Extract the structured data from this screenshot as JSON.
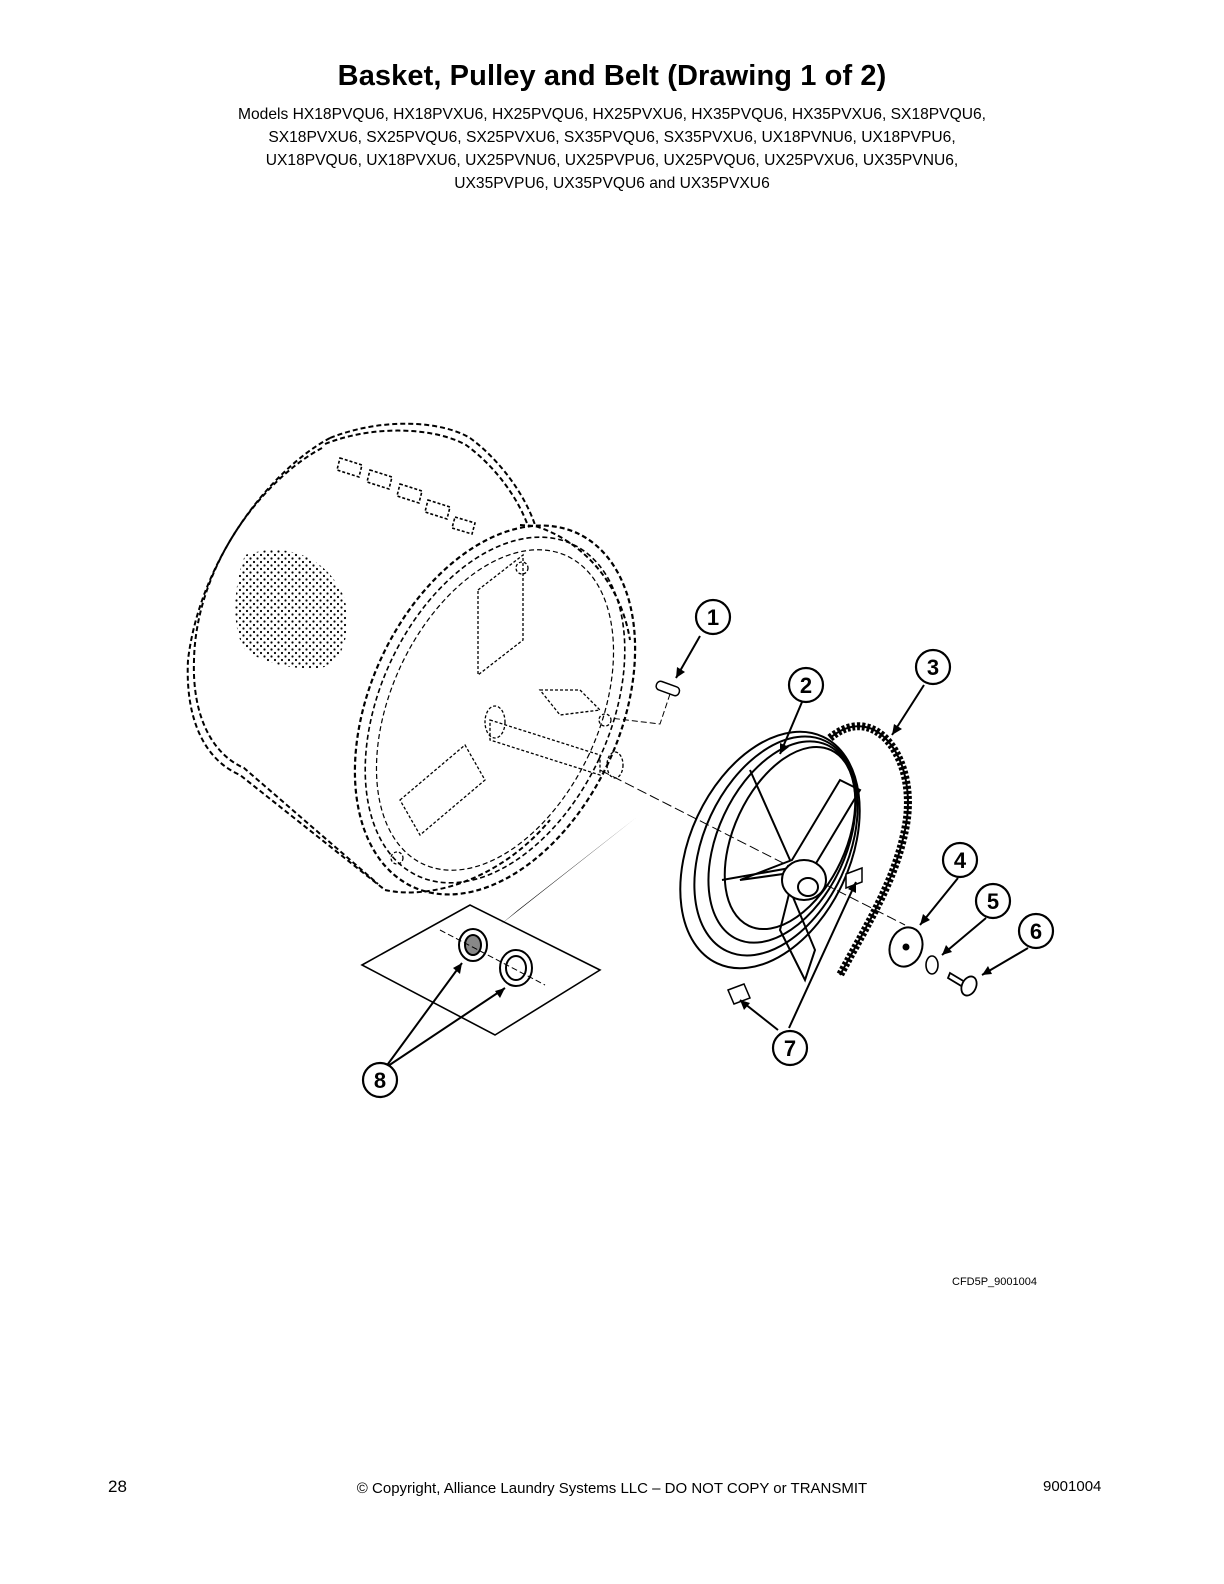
{
  "title": "Basket, Pulley and Belt (Drawing 1 of 2)",
  "models_lines": [
    "Models HX18PVQU6, HX18PVXU6, HX25PVQU6, HX25PVXU6, HX35PVQU6, HX35PVXU6, SX18PVQU6,",
    "SX18PVXU6, SX25PVQU6, SX25PVXU6, SX35PVQU6, SX35PVXU6, UX18PVNU6, UX18PVPU6,",
    "UX18PVQU6, UX18PVXU6, UX25PVNU6, UX25PVPU6, UX25PVQU6, UX25PVXU6, UX35PVNU6,",
    "UX35PVPU6, UX35PVQU6 and UX35PVXU6"
  ],
  "callouts": [
    "1",
    "2",
    "3",
    "4",
    "5",
    "6",
    "7",
    "8"
  ],
  "figure_code": "CFD5P_9001004",
  "footer": {
    "page_number": "28",
    "copyright": "© Copyright, Alliance Laundry Systems LLC – DO NOT COPY or TRANSMIT",
    "doc_number": "9001004"
  }
}
